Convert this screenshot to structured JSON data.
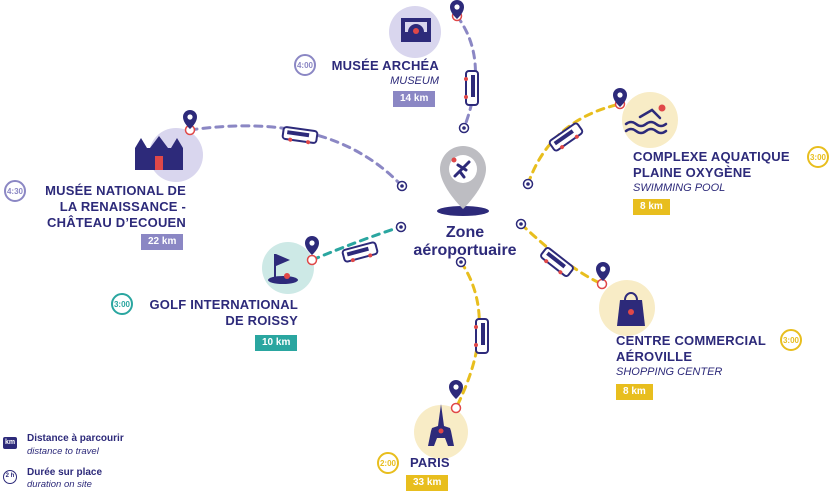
{
  "hub": {
    "line1": "Zone",
    "line2": "aéroportuaire"
  },
  "destinations": {
    "archea": {
      "title": "MUSÉE ARCHÉA",
      "subtitle": "MUSEUM",
      "distance": "14 km",
      "duration": "4:00"
    },
    "ecouen": {
      "line1": "MUSÉE NATIONAL DE",
      "line2": "LA RENAISSANCE -",
      "line3": "CHÂTEAU D’ECOUEN",
      "distance": "22 km",
      "duration": "4:30"
    },
    "golf": {
      "line1": "GOLF INTERNATIONAL",
      "line2": "DE ROISSY",
      "distance": "10 km",
      "duration": "3:00"
    },
    "aquatique": {
      "line1": "COMPLEXE AQUATIQUE",
      "line2": "PLAINE OXYGÈNE",
      "subtitle": "SWIMMING POOL",
      "distance": "8 km",
      "duration": "3:00"
    },
    "commercial": {
      "line1": "CENTRE COMMERCIAL",
      "line2": "AÉROVILLE",
      "subtitle": "SHOPPING CENTER",
      "distance": "8 km",
      "duration": "3:00"
    },
    "paris": {
      "title": "PARIS",
      "distance": "33 km",
      "duration": "2:00"
    }
  },
  "legend": {
    "distance_key": "km",
    "distance_fr": "Distance à parcourir",
    "distance_en": "distance to travel",
    "duration_key": "2 h",
    "duration_fr": "Durée sur place",
    "duration_en": "duration on site"
  },
  "colors": {
    "navy": "#2d2a7a",
    "purple": "#8b87c4",
    "purple_light": "#d9d6ee",
    "teal": "#2aa6a0",
    "teal_light": "#cde9e6",
    "yellow": "#e8be1e",
    "yellow_light": "#f8ecc6",
    "red": "#e04848"
  }
}
